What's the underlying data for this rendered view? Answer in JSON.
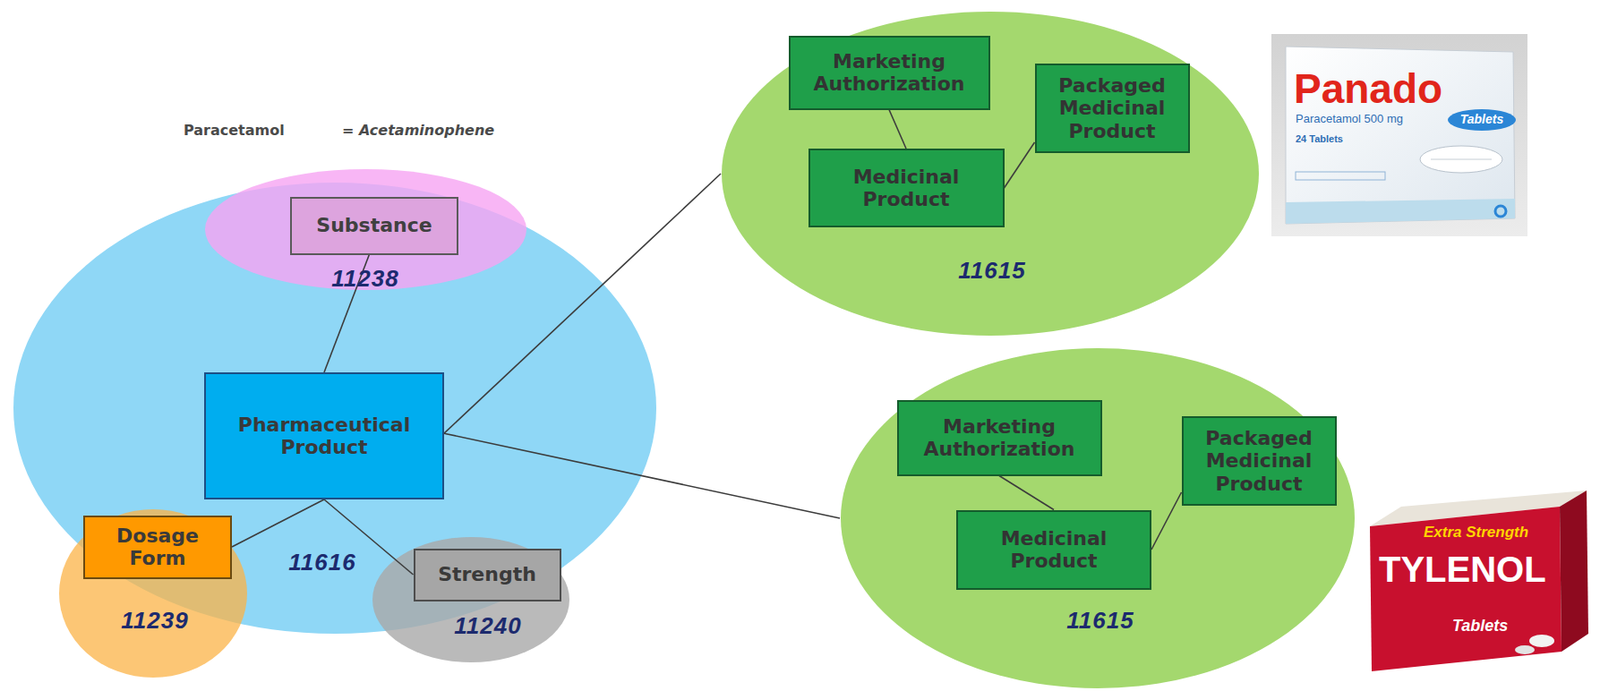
{
  "diagram": {
    "nodes": [
      {
        "text": [
          "11616"
        ]
      },
      {
        "text": [
          "Pharmaceutical Product"
        ],
        "in": 0
      },
      {
        "text": [
          "11238"
        ]
      },
      {
        "text": [
          "Substance"
        ],
        "in": 2
      },
      {
        "text": [
          "11239"
        ]
      },
      {
        "text": [
          "Dosage Form"
        ],
        "in": 4
      },
      {
        "text": [
          "11240"
        ]
      },
      {
        "text": [
          "Strength"
        ],
        "in": 6
      },
      {
        "text": [
          "11615"
        ]
      },
      {
        "text": [
          "Marketing Authorization"
        ],
        "in": 8
      },
      {
        "text": [
          "Packaged Medicinal Product"
        ],
        "in": 8
      },
      {
        "text": [
          "Medicinal Product"
        ],
        "in": 8
      },
      {
        "text": [
          "11615"
        ]
      },
      {
        "text": [
          "Marketing Authorization"
        ],
        "in": 12
      },
      {
        "text": [
          "Packaged Medicinal Product"
        ],
        "in": 12
      },
      {
        "text": [
          "Medicinal Product"
        ],
        "in": 12
      }
    ],
    "edges": [
      {
        "from": 3,
        "to": 1,
        "arrow": "none"
      },
      {
        "from": 1,
        "to": 5,
        "arrow": "none"
      },
      {
        "from": 1,
        "to": 7,
        "arrow": "none"
      },
      {
        "from": 1,
        "to": 8,
        "arrow": "none"
      },
      {
        "from": 1,
        "to": 12,
        "arrow": "none"
      },
      {
        "from": 9,
        "to": 11,
        "arrow": "none"
      },
      {
        "from": 11,
        "to": 10,
        "arrow": "none"
      },
      {
        "from": 13,
        "to": 15,
        "arrow": "none"
      },
      {
        "from": 15,
        "to": 14,
        "arrow": "none"
      }
    ],
    "labels": [
      "Paracetamol",
      "= Acetaminophene",
      "Panado",
      "Paracetamol 500 mg",
      "24 Tablets",
      "Tablets",
      "Extra Strength",
      "TYLENOL",
      "Tablets"
    ]
  }
}
